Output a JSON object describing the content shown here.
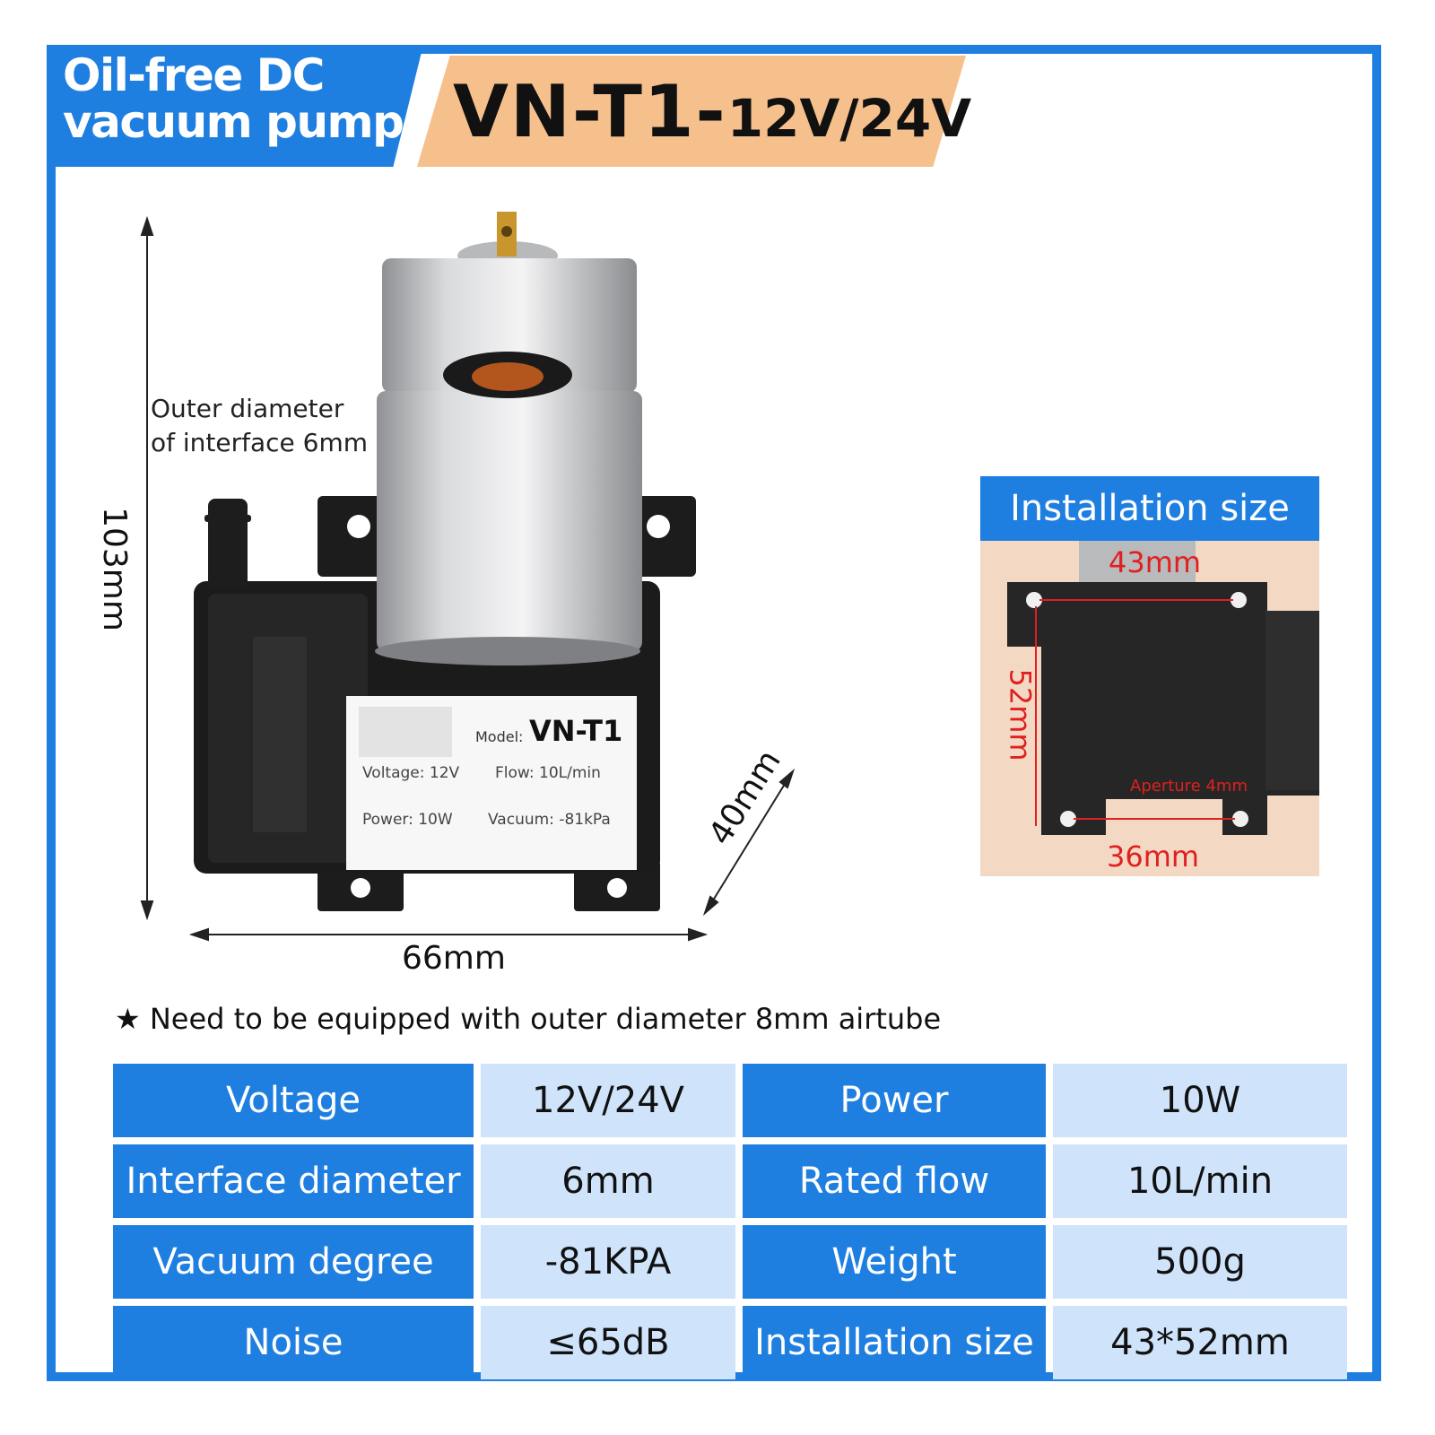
{
  "header": {
    "title_line1": "Oil-free DC",
    "title_line2": "vacuum pump",
    "model": "VN-T1-",
    "voltage": "12V/24V"
  },
  "product": {
    "label_model_caption": "Model:",
    "label_model": "VN-T1",
    "label_voltage": "Voltage: 12V",
    "label_flow": "Flow: 10L/min",
    "label_power": "Power: 10W",
    "label_vacuum": "Vacuum: -81kPa"
  },
  "dimensions": {
    "height": "103mm",
    "width": "66mm",
    "depth": "40mm",
    "interface_note_line1": "Outer diameter",
    "interface_note_line2": "of interface 6mm"
  },
  "installation": {
    "title": "Installation size",
    "top": "43mm",
    "side": "52mm",
    "bottom": "36mm",
    "aperture": "Aperture 4mm"
  },
  "note": {
    "star": "★",
    "text": "Need to be equipped with outer diameter 8mm airtube"
  },
  "specs": [
    {
      "l1": "Voltage",
      "v1": "12V/24V",
      "l2": "Power",
      "v2": "10W"
    },
    {
      "l1": "Interface diameter",
      "v1": "6mm",
      "l2": "Rated flow",
      "v2": "10L/min"
    },
    {
      "l1": "Vacuum degree",
      "v1": "-81KPA",
      "l2": "Weight",
      "v2": "500g"
    },
    {
      "l1": "Noise",
      "v1": "≤65dB",
      "l2": "Installation size",
      "v2": "43*52mm"
    }
  ],
  "colors": {
    "accent_blue": "#1f7fe0",
    "accent_orange": "#f6c08d",
    "cell_light": "#cfe4fb"
  }
}
